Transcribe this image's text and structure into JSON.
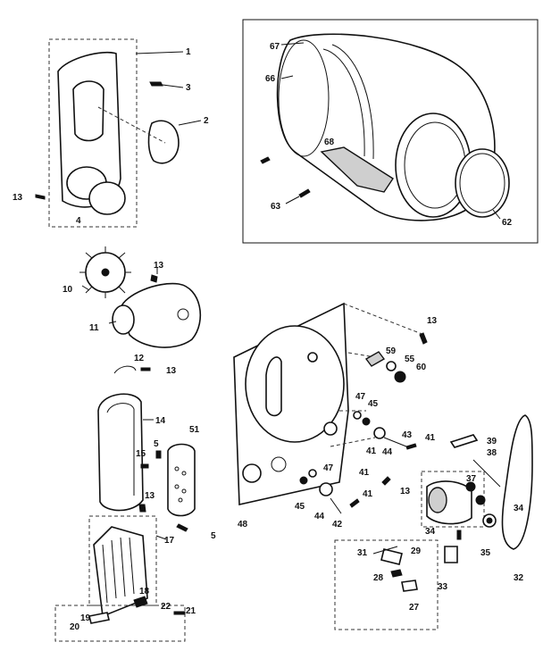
{
  "diagram": {
    "callouts": {
      "c1": "1",
      "c2": "2",
      "c3": "3",
      "c4": "4",
      "c5a": "5",
      "c5b": "5",
      "c10": "10",
      "c11": "11",
      "c12": "12",
      "c13a": "13",
      "c13b": "13",
      "c13c": "13",
      "c13d": "13",
      "c13e": "13",
      "c13f": "13",
      "c14": "14",
      "c15": "15",
      "c17": "17",
      "c18": "18",
      "c19": "19",
      "c20": "20",
      "c21": "21",
      "c22": "22",
      "c27": "27",
      "c28": "28",
      "c29": "29",
      "c31": "31",
      "c32": "32",
      "c33": "33",
      "c34a": "34",
      "c34b": "34",
      "c35": "35",
      "c37": "37",
      "c38": "38",
      "c39": "39",
      "c41a": "41",
      "c41b": "41",
      "c41c": "41",
      "c41d": "41",
      "c42": "42",
      "c43": "43",
      "c44a": "44",
      "c44b": "44",
      "c45a": "45",
      "c45b": "45",
      "c47a": "47",
      "c47b": "47",
      "c48": "48",
      "c51": "51",
      "c55": "55",
      "c59": "59",
      "c60": "60",
      "c62": "62",
      "c63": "63",
      "c66": "66",
      "c67": "67",
      "c68": "68"
    }
  }
}
